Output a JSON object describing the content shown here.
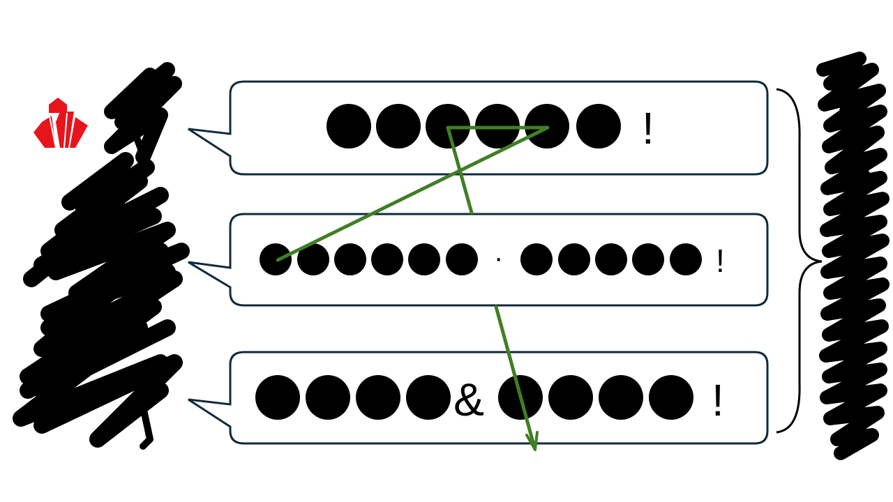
{
  "logo": {
    "icon": "red-crystal-crown-icon",
    "color": "#e8141b"
  },
  "bubbles": [
    {
      "masked_chars": 6,
      "text_mid": "",
      "text_end": "!"
    },
    {
      "masked_chars": 11,
      "text_mid": "·",
      "text_end": "!"
    },
    {
      "masked_chars": 8,
      "text_mid": "&",
      "text_end": "!"
    }
  ],
  "colors": {
    "outline": "#0f2a3a",
    "arrow": "#3f7f23",
    "redaction": "#000000",
    "background": "#ffffff"
  },
  "redactions": [
    {
      "name": "left-scribble-redaction"
    },
    {
      "name": "right-vertical-scribble-redaction"
    }
  ],
  "brace": {
    "icon": "right-curly-brace-icon"
  },
  "arrow": {
    "icon": "green-zigzag-arrow-icon"
  }
}
